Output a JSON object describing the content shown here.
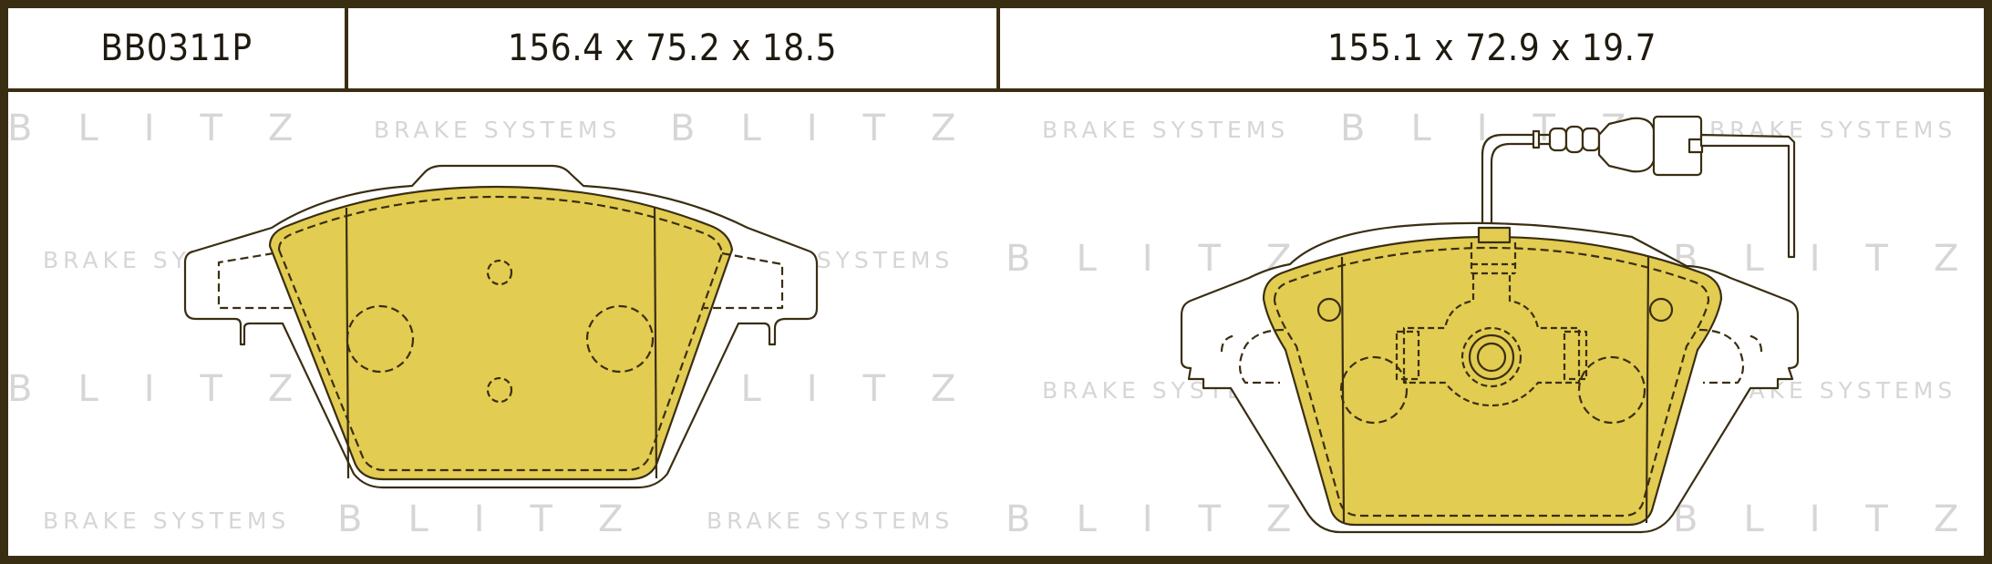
{
  "header": {
    "part_number": "BB0311P",
    "dimensions_left": "156.4 x 75.2 x 18.5",
    "dimensions_right": "155.1 x 72.9 x 19.7"
  },
  "watermark": {
    "brand": "BLITZ",
    "tagline": "BRAKE SYSTEMS"
  },
  "colors": {
    "frame": "#3a2e12",
    "pad_fill": "#e2cc52",
    "line": "#3a2e12",
    "watermark": "#d6d6d6"
  }
}
